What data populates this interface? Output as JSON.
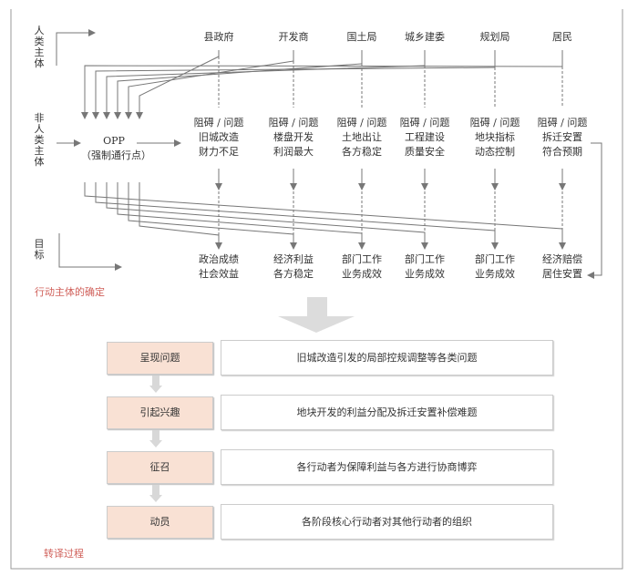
{
  "axes": {
    "human": "人类主体",
    "nonhuman": "非人类主体",
    "goal": "目标"
  },
  "opp": {
    "label": "OPP",
    "sub": "（强制通行点）"
  },
  "actors": [
    {
      "name": "县政府",
      "problem": "阻碍 / 问题",
      "p1": "旧城改造",
      "p2": "财力不足",
      "g1": "政治成绩",
      "g2": "社会效益"
    },
    {
      "name": "开发商",
      "problem": "阻碍 / 问题",
      "p1": "楼盘开发",
      "p2": "利润最大",
      "g1": "经济利益",
      "g2": "各方稳定"
    },
    {
      "name": "国土局",
      "problem": "阻碍 / 问题",
      "p1": "土地出让",
      "p2": "各方稳定",
      "g1": "部门工作",
      "g2": "业务成效"
    },
    {
      "name": "城乡建委",
      "problem": "阻碍 / 问题",
      "p1": "工程建设",
      "p2": "质量安全",
      "g1": "部门工作",
      "g2": "业务成效"
    },
    {
      "name": "规划局",
      "problem": "阻碍 / 问题",
      "p1": "地块指标",
      "p2": "动态控制",
      "g1": "部门工作",
      "g2": "业务成效"
    },
    {
      "name": "居民",
      "problem": "阻碍 / 问题",
      "p1": "拆迁安置",
      "p2": "符合预期",
      "g1": "经济赔偿",
      "g2": "居住安置"
    }
  ],
  "section1": "行动主体的确定",
  "section2": "转译过程",
  "steps": [
    {
      "label": "呈现问题",
      "desc": "旧城改造引发的局部控规调整等各类问题"
    },
    {
      "label": "引起兴趣",
      "desc": "地块开发的利益分配及拆迁安置补偿难题"
    },
    {
      "label": "征召",
      "desc": "各行动者为保障利益与各方进行协商博弈"
    },
    {
      "label": "动员",
      "desc": "各阶段核心行动者对其他行动者的组织"
    }
  ],
  "colors": {
    "accent": "#d0605a",
    "step_fill": "#f9e1d4",
    "line": "#666666"
  }
}
